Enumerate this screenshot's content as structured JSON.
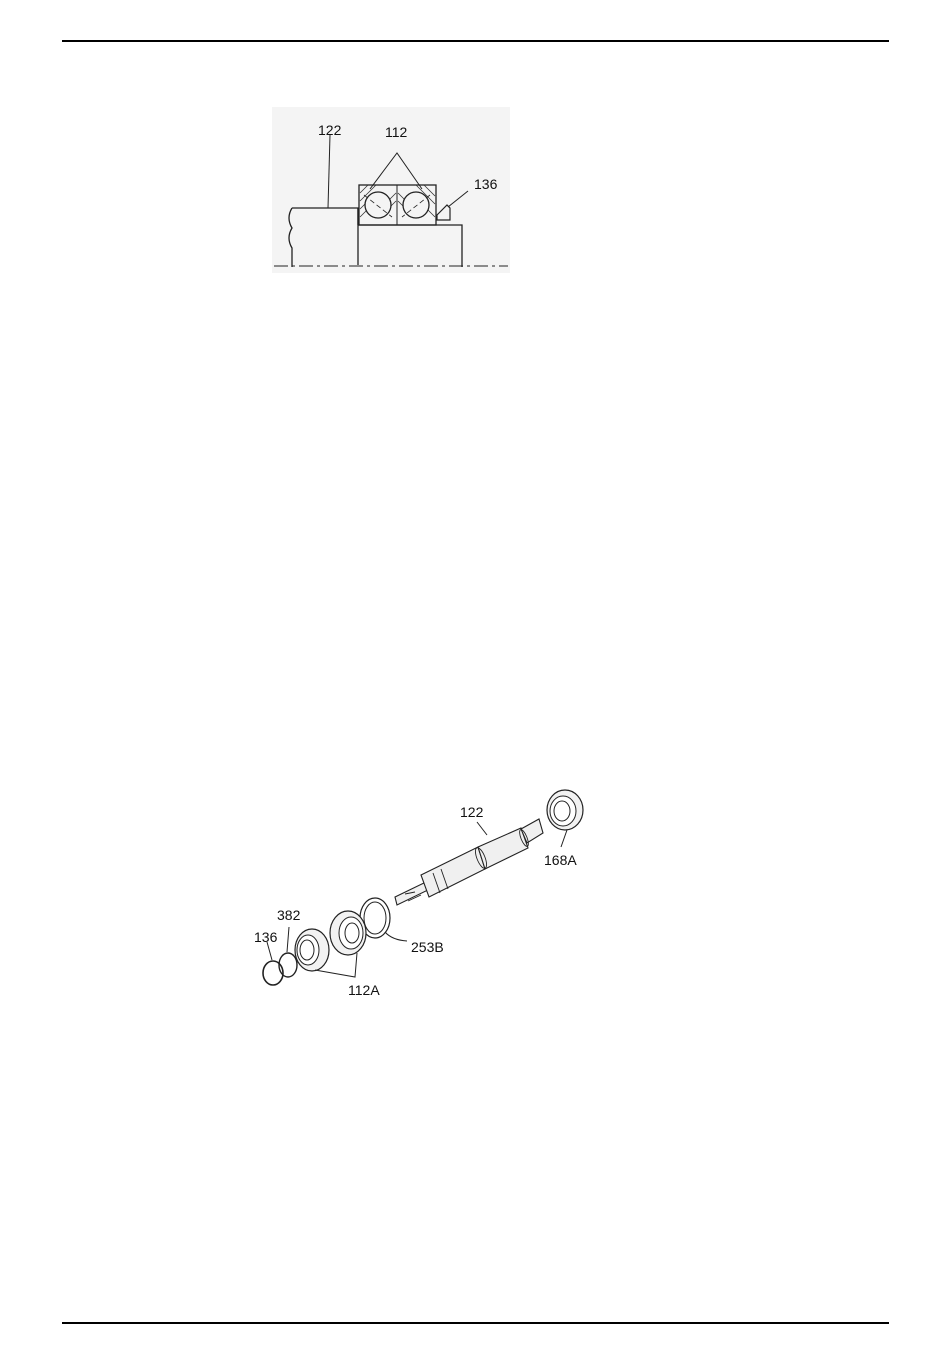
{
  "figure1": {
    "labels": {
      "shaft": "122",
      "bearing_pair": "112",
      "locknut": "136"
    }
  },
  "figure2": {
    "labels": {
      "shaft": "122",
      "bearing_outboard": "168A",
      "gasket": "253B",
      "bearing_pair": "112A",
      "lockwasher": "382",
      "locknut": "136"
    }
  }
}
